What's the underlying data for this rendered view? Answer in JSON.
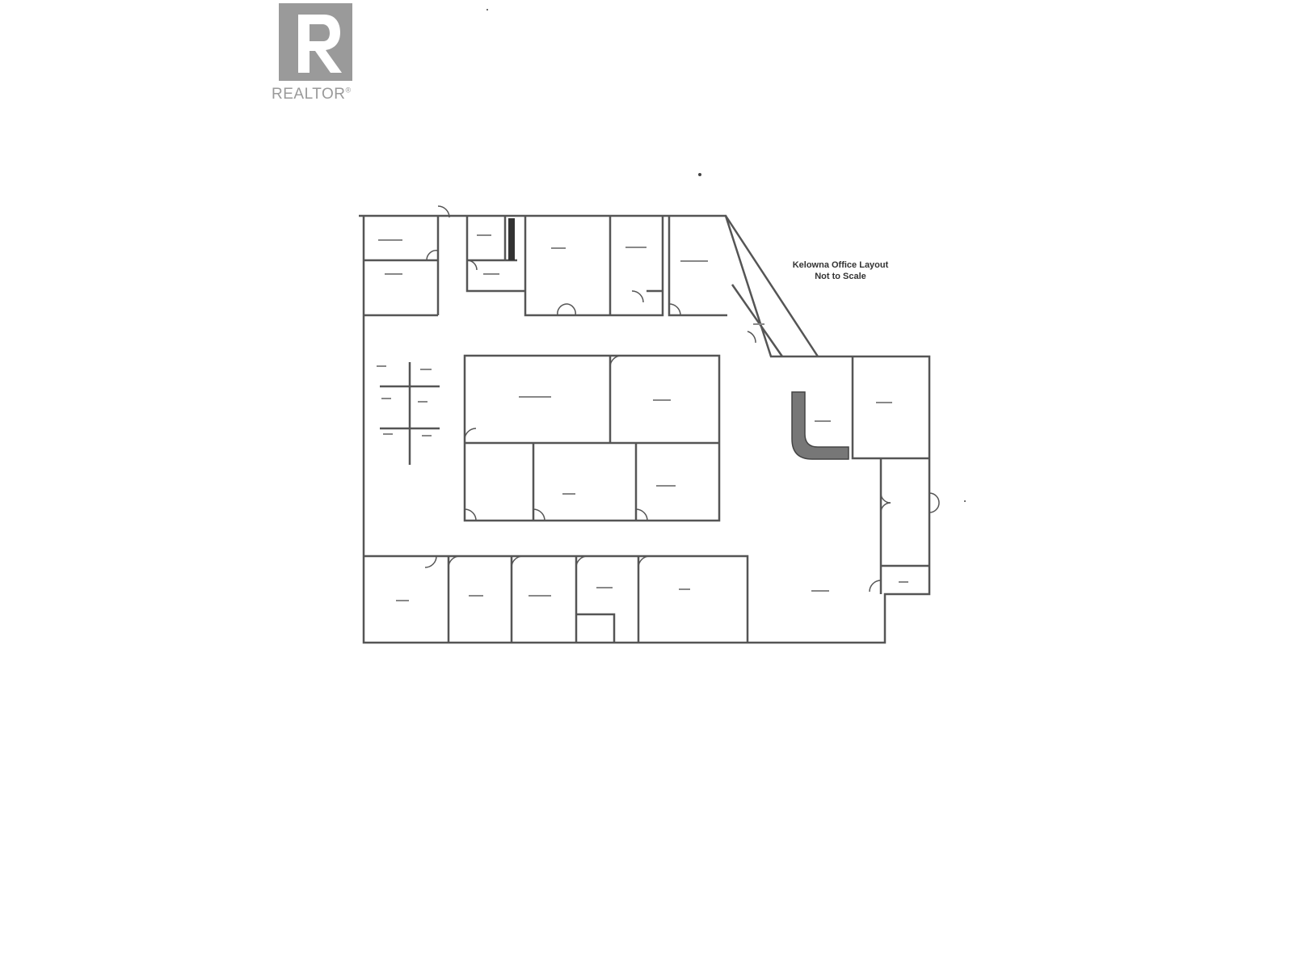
{
  "logo": {
    "text": "REALTOR",
    "mark": "®",
    "color": "#9a9a9a",
    "icon": "realtor-r-logo"
  },
  "plan": {
    "title_line1": "Kelowna Office Layout",
    "title_line2": "Not to Scale",
    "wall_color": "#555555",
    "shaded_color": "#777777"
  }
}
